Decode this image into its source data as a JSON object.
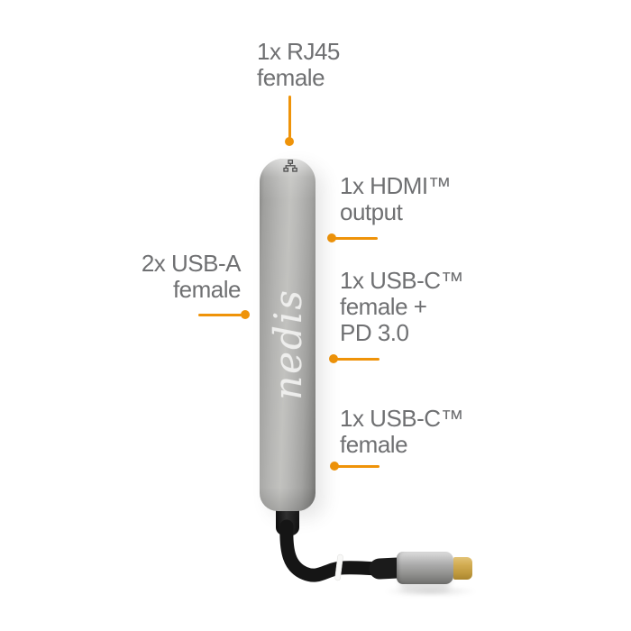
{
  "product": {
    "brand": {
      "logo": "nedis"
    },
    "callouts": {
      "rj45": {
        "lines": [
          "1x RJ45",
          "female"
        ]
      },
      "hdmi": {
        "lines": [
          "1x HDMI™",
          "output"
        ]
      },
      "usb_a": {
        "lines": [
          "2x USB-A",
          "female"
        ]
      },
      "usb_c_pd": {
        "lines": [
          "1x USB-C™",
          "female +",
          "PD 3.0"
        ]
      },
      "usb_c": {
        "lines": [
          "1x USB-C™",
          "female"
        ]
      }
    },
    "icons": {
      "device_top": "ethernet-network-icon"
    },
    "colors": {
      "accent_orange": "#EF9309",
      "label_gray": "#6F7072",
      "aluminium": "#B5B5B3",
      "connector_gold": "#C9A040",
      "background": "#FFFFFF"
    }
  }
}
